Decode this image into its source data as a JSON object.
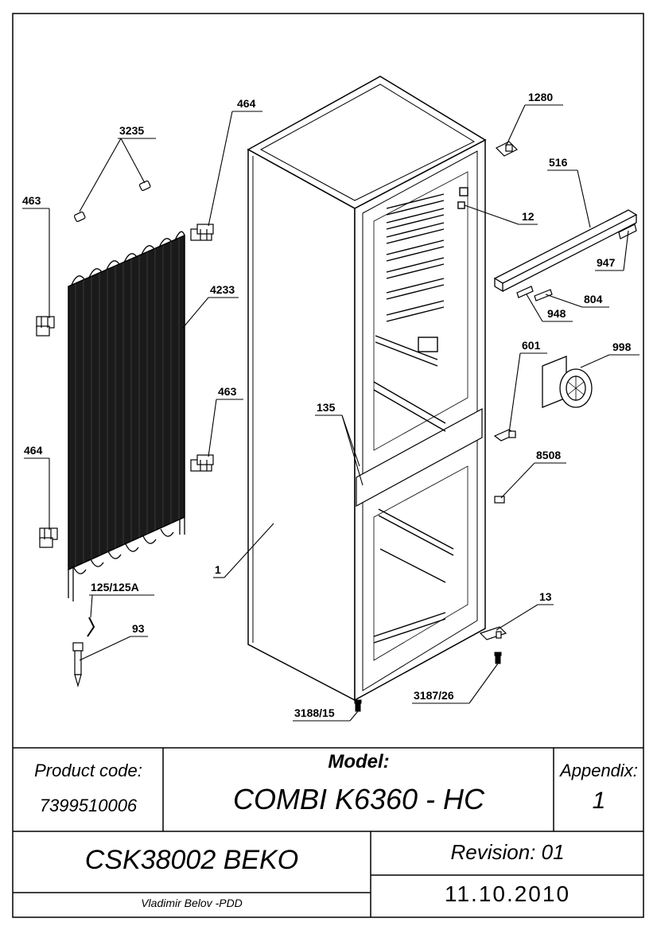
{
  "callouts": {
    "c3235": "3235",
    "c463a": "463",
    "c464a": "464",
    "c4233": "4233",
    "c463b": "463",
    "c464b": "464",
    "c125": "125/125A",
    "c93": "93",
    "c1": "1",
    "c135": "135",
    "c1280": "1280",
    "c516": "516",
    "c12": "12",
    "c947": "947",
    "c804": "804",
    "c948": "948",
    "c601": "601",
    "c998": "998",
    "c8508": "8508",
    "c13": "13",
    "c3187": "3187/26",
    "c3188": "3188/15"
  },
  "title_block": {
    "product_code_label": "Product code:",
    "product_code": "7399510006",
    "model_label": "Model:",
    "model": "COMBI K6360 - HC",
    "appendix_label": "Appendix:",
    "appendix": "1",
    "catalog": "CSK38002 BEKO",
    "revision": "Revision: 01",
    "author": "Vladimir Belov -PDD",
    "date": "11.10.2010"
  }
}
